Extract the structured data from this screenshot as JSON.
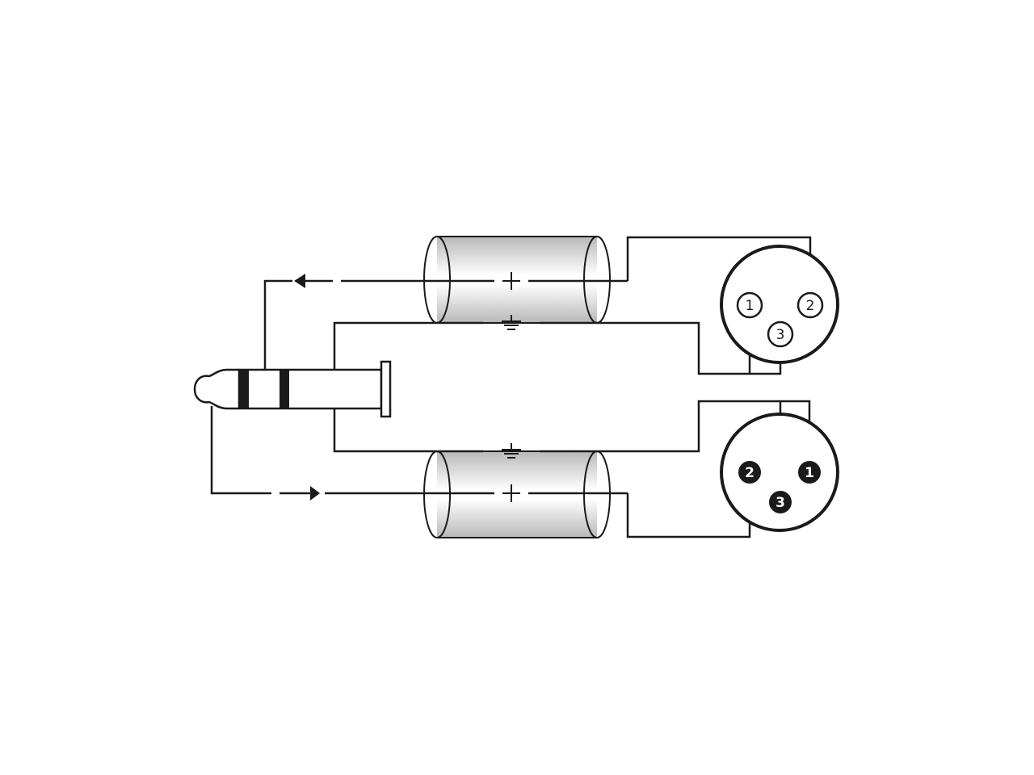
{
  "diagram": {
    "description_labels": [],
    "plug": {
      "type": "stereo jack plug"
    },
    "cables": [
      {
        "id": "upper",
        "symbols": [
          "+",
          "ground"
        ]
      },
      {
        "id": "lower",
        "symbols": [
          "ground",
          "+"
        ]
      }
    ],
    "connectors": [
      {
        "id": "upper-xlr",
        "style": "open-pins",
        "pins": [
          "1",
          "2",
          "3"
        ]
      },
      {
        "id": "lower-xlr",
        "style": "filled-pins",
        "pins": [
          "2",
          "1",
          "3"
        ]
      }
    ],
    "colors": {
      "line": "#1a1a1a",
      "shield_light": "#ffffff",
      "shield_dark": "#b0b0b0"
    }
  }
}
